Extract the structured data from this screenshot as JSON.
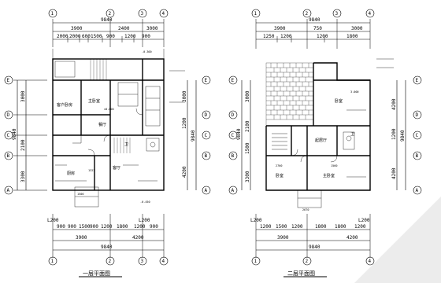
{
  "plan1": {
    "title": "一层平面图",
    "top_total": "9840",
    "top_mid": [
      "3900",
      "2400",
      "3000"
    ],
    "top_detail": [
      "2000",
      "2000",
      "600",
      "1500",
      "900",
      "1200",
      "900"
    ],
    "bottom_detail": [
      "900",
      "900",
      "1500",
      "900",
      "1200",
      "1800",
      "1200",
      "900"
    ],
    "bottom_mid": [
      "3900",
      "4200"
    ],
    "bottom_total": "9840",
    "left_dims": [
      "3000",
      "2100",
      "3300"
    ],
    "left_total": "9840",
    "right_dims": [
      "3000",
      "1200",
      "4200"
    ],
    "right_total": "9840",
    "rooms": {
      "r1": "客户卧房",
      "r2": "主卧室",
      "r3": "餐厅",
      "r4": "客厅",
      "r5": "厨房",
      "r6": "卫"
    },
    "misc": {
      "m1": "1323",
      "m2": "1500",
      "m3": "L200",
      "m4": "±0.000",
      "m5": "-0.300",
      "m6": "-0.450"
    }
  },
  "plan2": {
    "title": "二层平面图",
    "top_total": "9840",
    "top_mid": [
      "3900",
      "750",
      "3000"
    ],
    "top_detail": [
      "1250",
      "1200",
      "1200",
      "1800"
    ],
    "bottom_detail": [
      "1200",
      "1500",
      "1200",
      "1800",
      "1800",
      "1200"
    ],
    "bottom_mid": [
      "3900",
      "4200"
    ],
    "bottom_total": "9840",
    "left_dims": [
      "3000",
      "2100",
      "1500",
      "3300"
    ],
    "left_total": "9840",
    "right_dims": [
      "4200",
      "1200",
      "4200"
    ],
    "right_total": "9840",
    "rooms": {
      "r1": "卧室",
      "r2": "起居厅",
      "r3": "卧室",
      "r4": "主卧室",
      "r5": "卫"
    },
    "misc": {
      "m1": "2760",
      "m2": "1560",
      "m3": "2670",
      "m4": "L200",
      "m5": "3.000"
    }
  },
  "axes": {
    "cols": [
      "1",
      "2",
      "3",
      "4"
    ],
    "rows": [
      "A",
      "B",
      "C",
      "D",
      "E"
    ]
  }
}
